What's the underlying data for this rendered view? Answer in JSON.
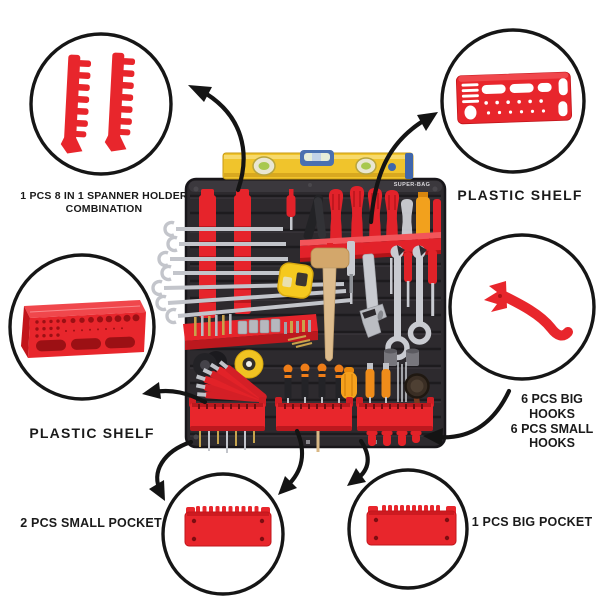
{
  "board": {
    "brand": "SUPER-BAG"
  },
  "callouts": {
    "spanner": {
      "label": "1 PCS 8 IN 1 SPANNER HOLDER COMBINATION"
    },
    "shelf_top": {
      "label": "PLASTIC SHELF"
    },
    "shelf_left": {
      "label": "PLASTIC SHELF"
    },
    "hooks": {
      "line1": "6 PCS BIG HOOKS",
      "line2": "6 PCS SMALL HOOKS"
    },
    "small_pocket": {
      "label": "2 PCS SMALL POCKET"
    },
    "big_pocket": {
      "label": "1 PCS BIG POCKET"
    }
  },
  "colors": {
    "accent_red": "#e42428",
    "pegboard": "#2d2a2e",
    "level_yellow": "#f0c42c",
    "level_blue": "#3f66ac",
    "text": "#1a1a1a",
    "outline": "#141414"
  }
}
